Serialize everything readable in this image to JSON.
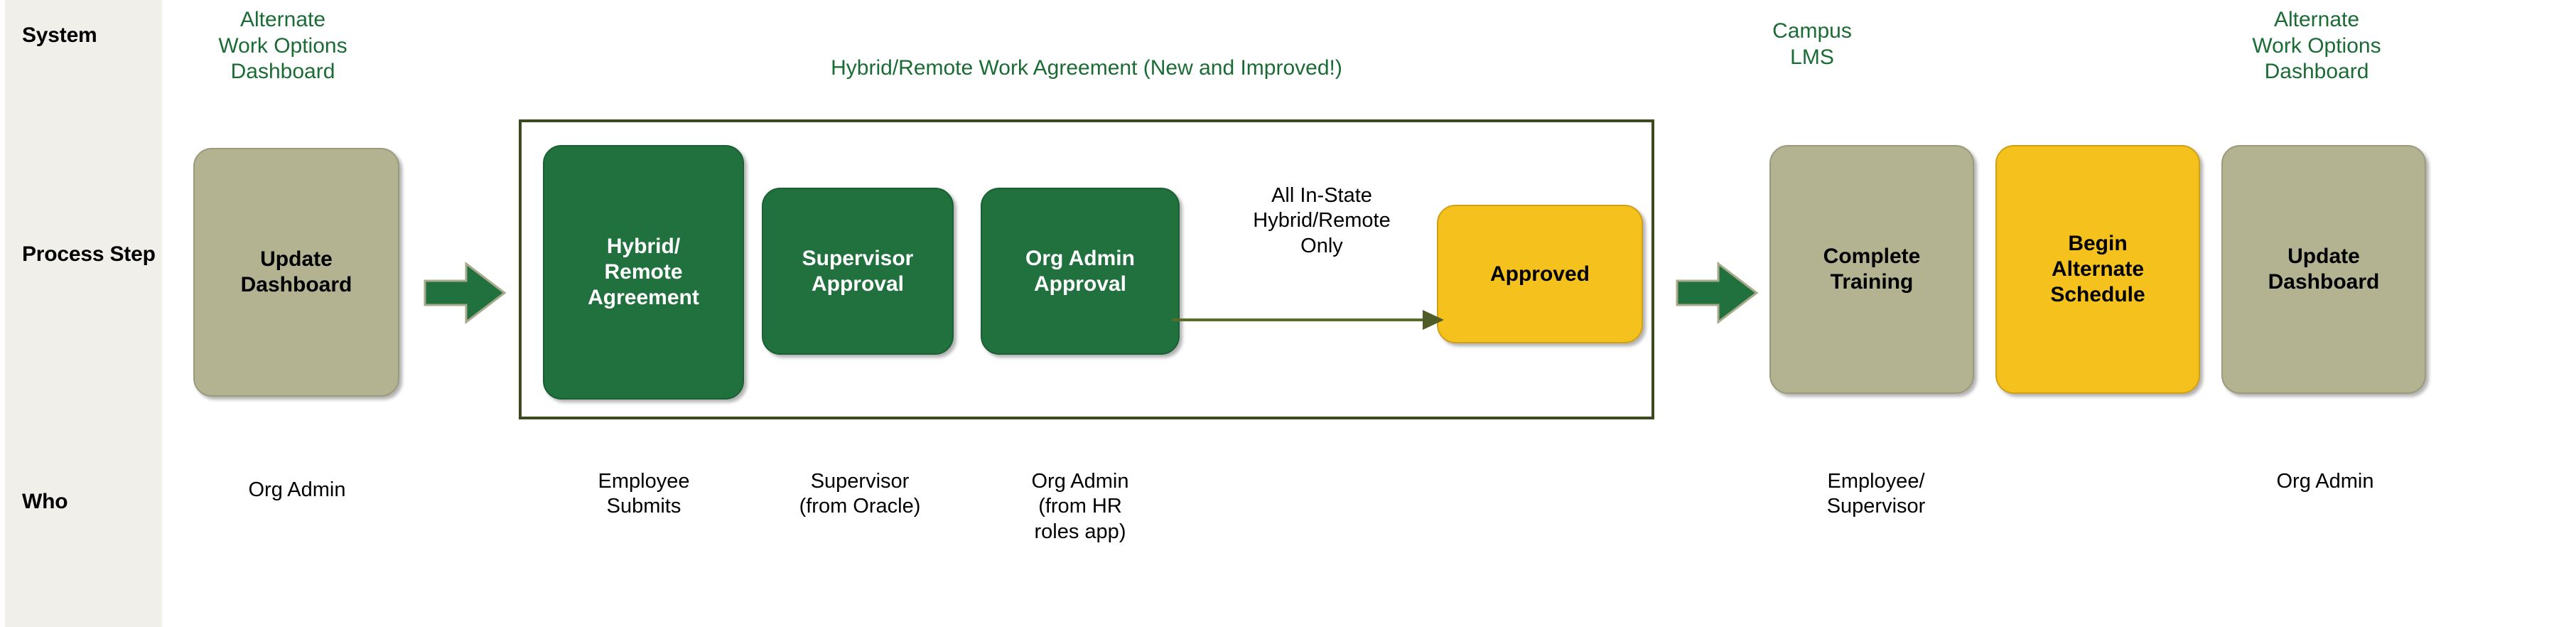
{
  "diagram": {
    "row_labels": {
      "system": "System",
      "process_step": "Process Step",
      "who": "Who"
    },
    "colors": {
      "rail_background": "#F0EFE9",
      "system_caption": "#1B6B35",
      "tan_box": "#B3B392",
      "green_box": "#21713E",
      "gold_box": "#F5C11D",
      "group_border": "#3C4A21",
      "arrow_green": "#21713E",
      "connector_olive": "#5B6B2A"
    },
    "group": {
      "title": "Hybrid/Remote Work Agreement (New and Improved!)"
    },
    "system_captions": [
      {
        "id": "system-alternate-work-options-dashboard-left",
        "text": "Alternate\nWork Options\nDashboard"
      },
      {
        "id": "system-campus-lms",
        "text": "Campus\nLMS"
      },
      {
        "id": "system-alternate-work-options-dashboard-right",
        "text": "Alternate\nWork Options\nDashboard"
      }
    ],
    "steps": [
      {
        "id": "update-dashboard-left",
        "label": "Update\nDashboard",
        "style": "tan"
      },
      {
        "id": "hybrid-remote-agreement",
        "label": "Hybrid/\nRemote\nAgreement",
        "style": "green"
      },
      {
        "id": "supervisor-approval",
        "label": "Supervisor\nApproval",
        "style": "green"
      },
      {
        "id": "org-admin-approval",
        "label": "Org Admin\nApproval",
        "style": "green"
      },
      {
        "id": "approved",
        "label": "Approved",
        "style": "gold"
      },
      {
        "id": "complete-training",
        "label": "Complete\nTraining",
        "style": "tan"
      },
      {
        "id": "begin-alternate-schedule",
        "label": "Begin\nAlternate\nSchedule",
        "style": "gold"
      },
      {
        "id": "update-dashboard-right",
        "label": "Update\nDashboard",
        "style": "tan"
      }
    ],
    "connector_label": "All In-State\nHybrid/Remote\nOnly",
    "who": [
      {
        "id": "who-org-admin-left",
        "text": "Org Admin"
      },
      {
        "id": "who-employee-submits",
        "text": "Employee\nSubmits"
      },
      {
        "id": "who-supervisor-oracle",
        "text": "Supervisor\n(from Oracle)"
      },
      {
        "id": "who-org-admin-hr-roles",
        "text": "Org Admin\n(from HR\nroles app)"
      },
      {
        "id": "who-employee-supervisor",
        "text": "Employee/\nSupervisor"
      },
      {
        "id": "who-org-admin-right",
        "text": "Org Admin"
      }
    ],
    "arrows": [
      {
        "id": "flow-arrow-1",
        "direction": "right"
      },
      {
        "id": "flow-arrow-2",
        "direction": "right"
      }
    ]
  }
}
